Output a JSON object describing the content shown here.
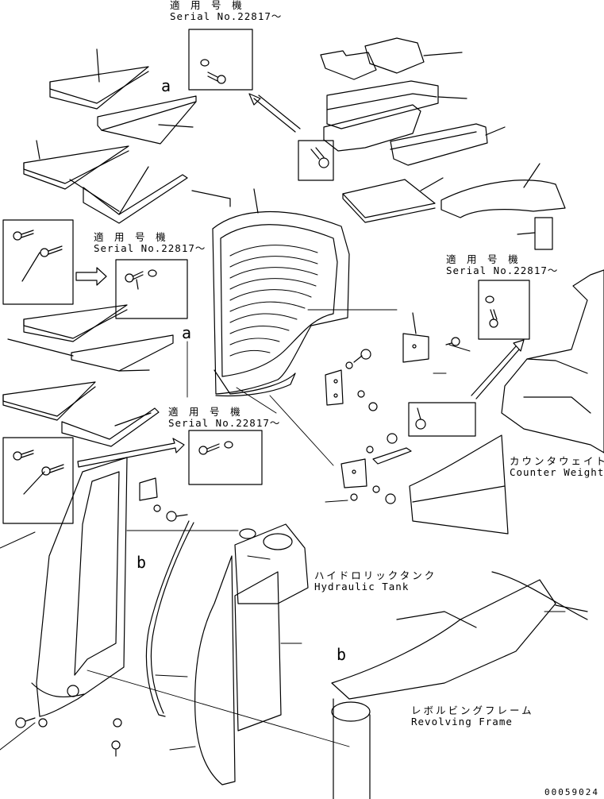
{
  "applicability_labels": [
    {
      "jp": "適 用 号 機",
      "en": "Serial No.22817～"
    },
    {
      "jp": "適 用 号 機",
      "en": "Serial No.22817～"
    },
    {
      "jp": "適 用 号 機",
      "en": "Serial No.22817～"
    },
    {
      "jp": "適 用 号 機",
      "en": "Serial No.22817～"
    }
  ],
  "component_labels": {
    "counterweight": {
      "jp": "カウンタウェイト",
      "en": "Counter Weight"
    },
    "hydraulic_tank": {
      "jp": "ハイドロリックタンク",
      "en": "Hydraulic Tank"
    },
    "revolving_frame": {
      "jp": "レボルビングフレーム",
      "en": "Revolving Frame"
    }
  },
  "reference_letters": {
    "a1": "a",
    "a2": "a",
    "b1": "b",
    "b2": "b"
  },
  "document_number": "00059024"
}
